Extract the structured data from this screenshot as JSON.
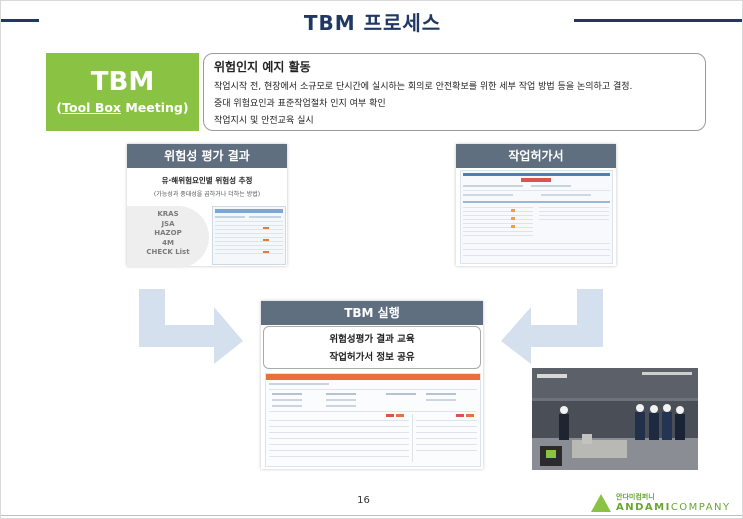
{
  "title": "TBM 프로세스",
  "tbm": {
    "big": "TBM",
    "small_open": "(",
    "small_underlined": "Tool Box",
    "small_rest": " Meeting)"
  },
  "info": {
    "heading": "위험인지 예지 활동",
    "lines": [
      "작업시작 전, 현장에서 소규모로 단시간에 실시하는 회의로 안전확보를 위한 세부 작업 방법 등을 논의하고 결정.",
      "중대 위험요인과 표준작업절차 인지 여부 확인",
      "작업지시 및 안전교육 실시"
    ]
  },
  "risk_panel": {
    "header": "위험성 평가 결과",
    "sub1": "유·해위험요인별 위험성 추정",
    "sub2": "(가능성과 중대성을 곱하거나 더하는 방법)",
    "methods": [
      "KRAS",
      "JSA",
      "HAZOP",
      "4M",
      "CHECK List"
    ]
  },
  "permit_panel": {
    "header": "작업허가서"
  },
  "exec_panel": {
    "header": "TBM 실행",
    "lines": [
      "위험성평가 결과 교육",
      "작업허가서 정보 공유"
    ]
  },
  "page_number": "16",
  "logo": {
    "korean": "안다미컴퍼니",
    "english_a": "ANDAMI",
    "english_b": "COMPANY"
  },
  "colors": {
    "title": "#1f3864",
    "tbm_green": "#8ac343",
    "panel_header": "#5f6f7f",
    "arrow": "#d5e0ef"
  }
}
